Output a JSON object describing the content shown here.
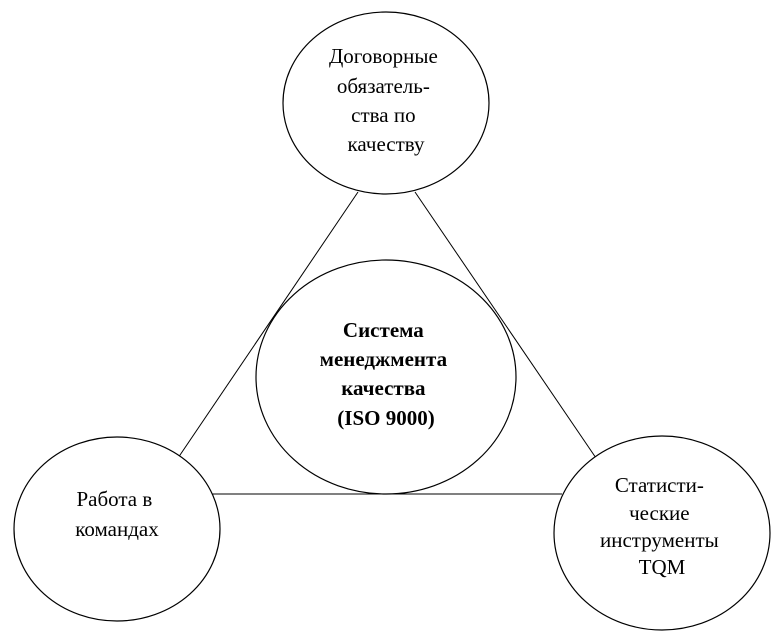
{
  "diagram": {
    "nodes": {
      "top": {
        "lines": [
          "Договорные",
          "обязатель-",
          "ства по",
          "качеству"
        ]
      },
      "center": {
        "lines": [
          "Система",
          "менеджмента",
          "качества",
          "(ISO 9000)"
        ]
      },
      "left": {
        "lines": [
          "Работа в",
          "командах"
        ]
      },
      "right": {
        "lines": [
          "Статисти-",
          "ческие",
          "инструменты",
          "TQM"
        ]
      }
    },
    "edges": [
      {
        "from": "top",
        "to": "left"
      },
      {
        "from": "top",
        "to": "right"
      },
      {
        "from": "left",
        "to": "right"
      }
    ]
  }
}
